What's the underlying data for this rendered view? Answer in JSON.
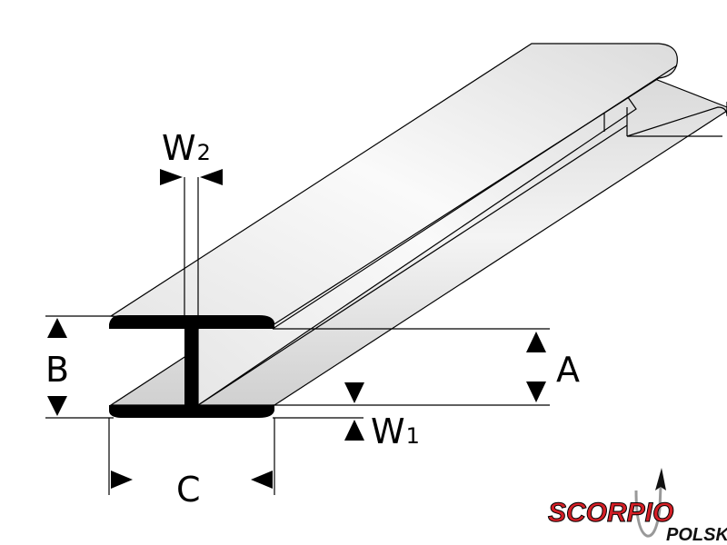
{
  "diagram": {
    "dimensions": {
      "w2": {
        "letter": "W",
        "sub": "2"
      },
      "w1": {
        "letter": "W",
        "sub": "1"
      },
      "a": "A",
      "b": "B",
      "c": "C"
    }
  },
  "logo": {
    "brand": "SCORPIO",
    "sub": "POLSKA",
    "brand_color": "#d41f26"
  }
}
